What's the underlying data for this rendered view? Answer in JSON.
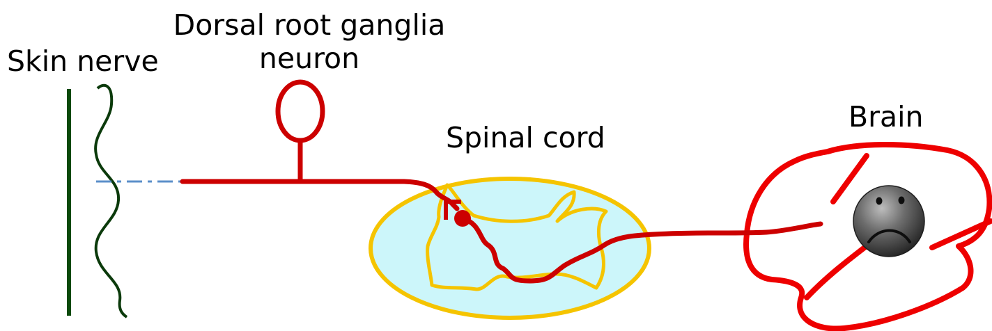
{
  "labels": {
    "skin_nerve": "Skin nerve",
    "drg_line1": "Dorsal root ganglia",
    "drg_line2": "neuron",
    "spinal_cord": "Spinal cord",
    "brain": "Brain"
  },
  "colors": {
    "skin_line": "#0b4a0b",
    "nerve_wave": "#0b3a0b",
    "signal_dash": "#5b8fc9",
    "neuron": "#cc0000",
    "cord_outline": "#f5c400",
    "cord_fill": "#ccf6fa",
    "brain_outline": "#ee0000",
    "face": "#555555"
  },
  "icons": {
    "brain_face": "frowning-face-icon"
  }
}
